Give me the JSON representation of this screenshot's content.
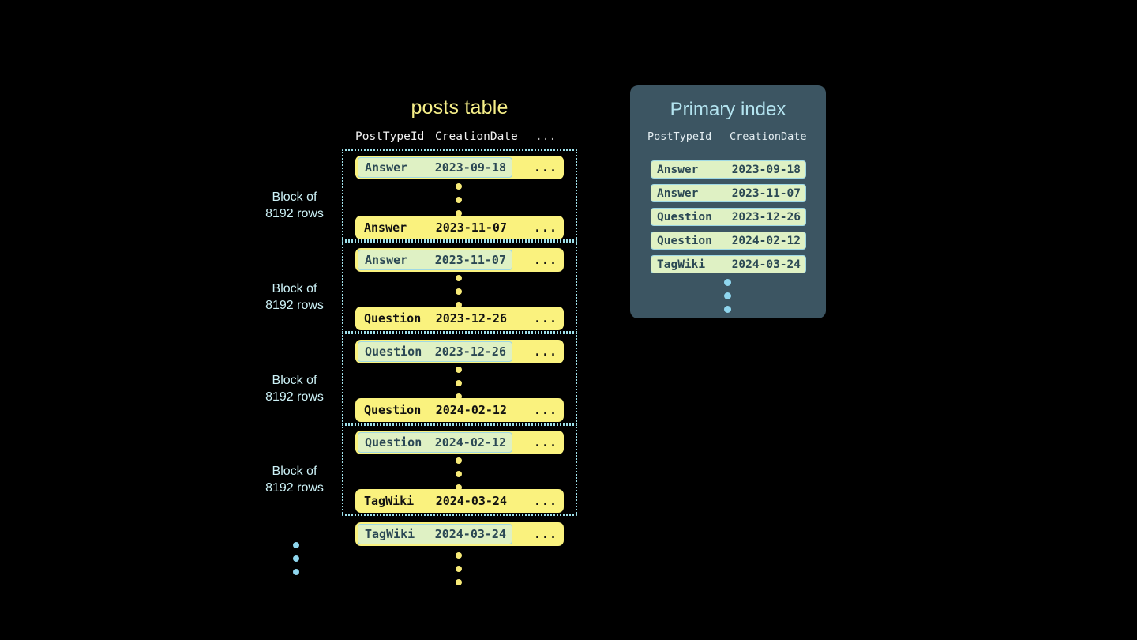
{
  "posts_table": {
    "title": "posts table",
    "columns": [
      "PostTypeId",
      "CreationDate",
      "..."
    ],
    "row_ellipsis": "...",
    "blocks": [
      {
        "label_line1": "Block of",
        "label_line2": "8192 rows",
        "first_row": {
          "post_type_id": "Answer",
          "creation_date": "2023-09-18",
          "highlighted": true
        },
        "last_row": {
          "post_type_id": "Answer",
          "creation_date": "2023-11-07",
          "highlighted": false
        }
      },
      {
        "label_line1": "Block of",
        "label_line2": "8192 rows",
        "first_row": {
          "post_type_id": "Answer",
          "creation_date": "2023-11-07",
          "highlighted": true
        },
        "last_row": {
          "post_type_id": "Question",
          "creation_date": "2023-12-26",
          "highlighted": false
        }
      },
      {
        "label_line1": "Block of",
        "label_line2": "8192 rows",
        "first_row": {
          "post_type_id": "Question",
          "creation_date": "2023-12-26",
          "highlighted": true
        },
        "last_row": {
          "post_type_id": "Question",
          "creation_date": "2024-02-12",
          "highlighted": false
        }
      },
      {
        "label_line1": "Block of",
        "label_line2": "8192 rows",
        "first_row": {
          "post_type_id": "Question",
          "creation_date": "2024-02-12",
          "highlighted": true
        },
        "last_row": {
          "post_type_id": "TagWiki",
          "creation_date": "2024-03-24",
          "highlighted": false
        }
      }
    ],
    "trailing_row": {
      "post_type_id": "TagWiki",
      "creation_date": "2024-03-24",
      "highlighted": true
    }
  },
  "primary_index": {
    "title": "Primary index",
    "columns": [
      "PostTypeId",
      "CreationDate"
    ],
    "rows": [
      {
        "post_type_id": "Answer",
        "creation_date": "2023-09-18"
      },
      {
        "post_type_id": "Answer",
        "creation_date": "2023-11-07"
      },
      {
        "post_type_id": "Question",
        "creation_date": "2023-12-26"
      },
      {
        "post_type_id": "Question",
        "creation_date": "2024-02-12"
      },
      {
        "post_type_id": "TagWiki",
        "creation_date": "2024-03-24"
      }
    ]
  },
  "colors": {
    "background": "#000000",
    "row_yellow": "#faf27e",
    "highlight_green": "#dff1c4",
    "highlight_border": "#9fd8e4",
    "panel_slate": "#3c5562",
    "title_yellow": "#f5ee88",
    "title_cyan": "#b3e3ef",
    "dotted_border": "#9fe0ea",
    "dot_yellow": "#f7ea78",
    "dot_cyan": "#8fd6ee"
  }
}
